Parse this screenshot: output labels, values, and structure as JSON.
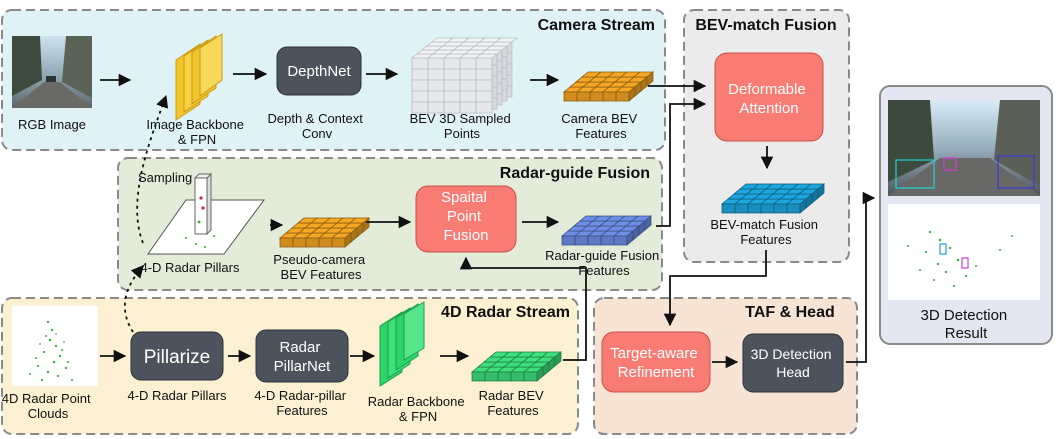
{
  "panels": {
    "camera": "Camera Stream",
    "bev_match": "BEV-match Fusion",
    "radar_guide": "Radar-guide Fusion",
    "radar4d": "4D Radar Stream",
    "taf": "TAF & Head"
  },
  "camera_stream": {
    "rgb_image": "RGB Image",
    "backbone": [
      "Image Backbone",
      "& FPN"
    ],
    "depthnet": "DepthNet",
    "depth_context": [
      "Depth & Context",
      "Conv"
    ],
    "bev_3d": [
      "BEV 3D Sampled",
      "Points"
    ],
    "camera_bev": [
      "Camera BEV",
      "Features"
    ]
  },
  "bev_match_fusion": {
    "deformable": [
      "Deformable",
      "Attention"
    ],
    "fusion_features": [
      "BEV-match Fusion",
      "Features"
    ]
  },
  "radar_guide_fusion": {
    "sampling": "Sampling",
    "pillars": "4-D Radar Pillars",
    "pseudo_camera": [
      "Pseudo-camera",
      "BEV Features"
    ],
    "spatial_point": [
      "Spaital",
      "Point",
      "Fusion"
    ],
    "radar_guide_features": [
      "Radar-guide Fusion",
      "Features"
    ]
  },
  "radar_stream": {
    "point_clouds": [
      "4D Radar Point",
      "Clouds"
    ],
    "pillarize": "Pillarize",
    "pillars": "4-D Radar Pillars",
    "pillarnet": [
      "Radar",
      "PillarNet"
    ],
    "pillar_features": [
      "4-D Radar-pillar",
      "Features"
    ],
    "backbone": [
      "Radar Backbone",
      "& FPN"
    ],
    "radar_bev": [
      "Radar BEV",
      "Features"
    ]
  },
  "taf_head": {
    "refinement": [
      "Target-aware",
      "Refinement"
    ],
    "detection_head": [
      "3D Detection",
      "Head"
    ]
  },
  "result": [
    "3D Detection",
    "Result"
  ],
  "colors": {
    "camera_bg": "#dff3f6",
    "bev_match_bg": "#ebebeb",
    "radar_guide_bg": "#e3ecd8",
    "radar_bg": "#fbf0d2",
    "taf_bg": "#f8e4d4",
    "result_bg": "#e4e6f1",
    "red_box": "#f97c74",
    "dark_box": "#4d535c",
    "orange_cube": "#f5a623",
    "blue_cube": "#6d8ee6",
    "cyan_cube": "#1da7e0",
    "green_cube": "#3ee07c",
    "yellow_block": "#f2c52c",
    "green_block": "#2ed36a"
  }
}
